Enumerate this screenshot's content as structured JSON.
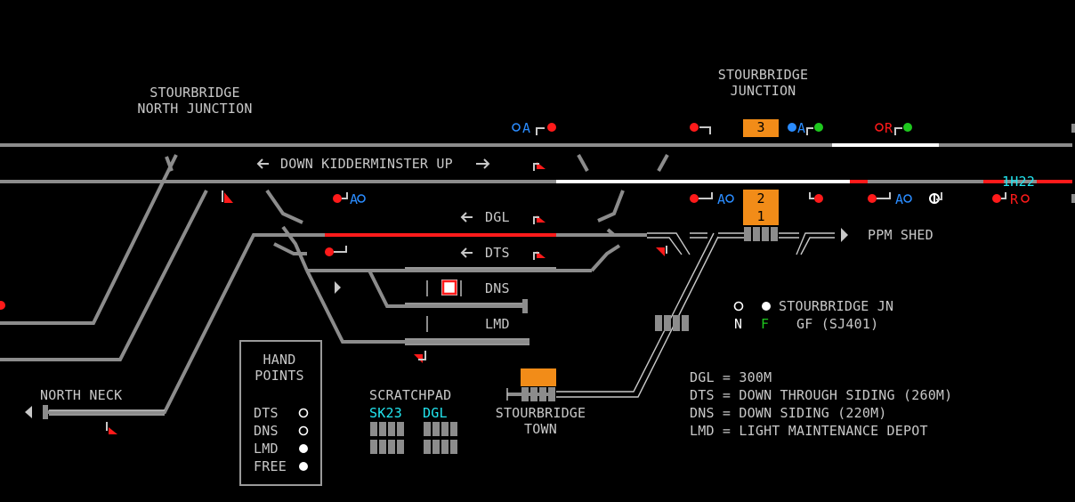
{
  "locations": {
    "north_junction": "STOURBRIDGE\nNORTH JUNCTION",
    "stourbridge_junction": "STOURBRIDGE\nJUNCTION",
    "north_neck": "NORTH NECK",
    "stourbridge_town": "STOURBRIDGE\nTOWN",
    "ppm_shed": "PPM SHED"
  },
  "lines": {
    "down_kidderminster_up": "DOWN KIDDERMINSTER UP",
    "dgl": "DGL",
    "dts": "DTS",
    "dns": "DNS",
    "lmd": "LMD"
  },
  "berths": {
    "b3": "3",
    "b2": "2",
    "b1": "1",
    "headcode": "1H22"
  },
  "signal_letters": {
    "a1": "A",
    "a2": "A",
    "a3": "A",
    "a4": "A",
    "a5": "A",
    "r1": "R",
    "r2": "R"
  },
  "hand_points": {
    "title": "HAND\nPOINTS",
    "items": [
      {
        "label": "DTS",
        "state": "open"
      },
      {
        "label": "DNS",
        "state": "open"
      },
      {
        "label": "LMD",
        "state": "filled"
      },
      {
        "label": "FREE",
        "state": "filled"
      }
    ]
  },
  "scratchpad": {
    "title": "SCRATCHPAD",
    "entries": [
      "SK23",
      "DGL"
    ]
  },
  "ground_frame": {
    "title": "STOURBRIDGE JN",
    "n": "N",
    "f": "F",
    "code": "GF (SJ401)"
  },
  "legend": [
    "DGL = 300M",
    "DTS = DOWN THROUGH SIDING (260M)",
    "DNS = DOWN SIDING (220M)",
    "LMD = LIGHT MAINTENANCE DEPOT"
  ],
  "colors": {
    "background": "#000000",
    "track": "#8c8c8c",
    "route_set": "#ffffff",
    "occupied": "#ff1a1a",
    "berth": "#f28c18",
    "text": "#c8c8c8",
    "describer": "#22e6f0"
  }
}
